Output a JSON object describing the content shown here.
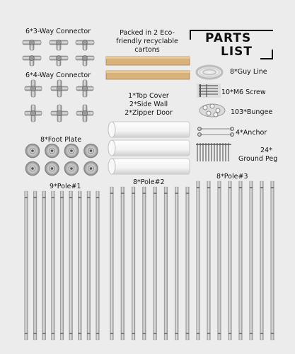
{
  "title": {
    "line1": "PARTS",
    "line2": "LIST"
  },
  "labels": {
    "three_way": "6*3-Way Connector",
    "four_way": "6*4-Way Connector",
    "foot_plate": "8*Foot Plate",
    "cartons_1": "Packed in 2 Eco-",
    "cartons_2": "friendly recyclable",
    "cartons_3": "cartons",
    "cover_1": "1*Top Cover",
    "cover_2": "2*Side Wall",
    "cover_3": "2*Zipper Door",
    "guy_line": "8*Guy Line",
    "screw": "10*M6 Screw",
    "bungee": "103*Bungee",
    "anchor": "4*Anchor",
    "peg_1": "24*",
    "peg_2": "Ground Peg",
    "pole1": "9*Pole#1",
    "pole2": "8*Pole#2",
    "pole3": "8*Pole#3"
  },
  "counts": {
    "pole1": 9,
    "pole2": 8,
    "pole3": 8,
    "foot_plates": 8
  },
  "colors": {
    "background": "#ececec",
    "steel": "#b8b8b8",
    "cardboard": "#d8b27a",
    "text": "#111111"
  }
}
